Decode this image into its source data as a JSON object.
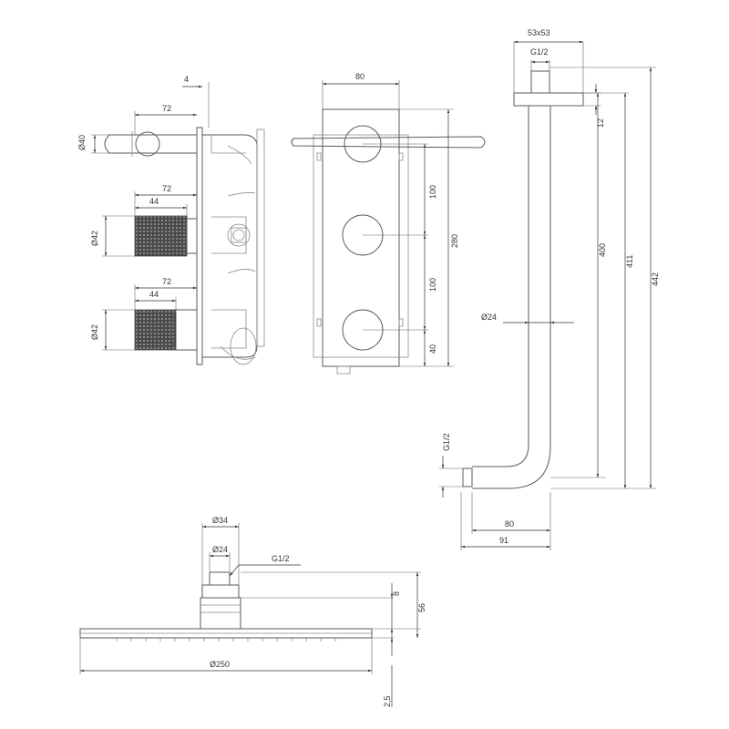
{
  "dimensions": {
    "mixer_side": {
      "wall_offset": "4",
      "lever_len": "72",
      "lever_dia": "Ø40",
      "knob1_len": "72",
      "knob1_cap": "44",
      "knob1_dia": "Ø42",
      "knob2_len": "72",
      "knob2_cap": "44",
      "knob2_dia": "Ø42"
    },
    "mixer_front": {
      "width": "80",
      "spacing_top": "100",
      "spacing_mid": "100",
      "spacing_bottom": "40",
      "height": "280"
    },
    "shower_arm": {
      "flange": "53x53",
      "thread_top": "G1/2",
      "flange_thk": "12",
      "drop": "400",
      "total_a": "411",
      "total_b": "442",
      "pipe_dia": "Ø24",
      "thread_bottom": "G1/2",
      "reach_a": "80",
      "reach_b": "91"
    },
    "shower_head": {
      "connector_outer": "Ø34",
      "connector_inner": "Ø24",
      "thread": "G1/2",
      "connector_h": "8",
      "overall_h": "56",
      "head_dia": "Ø250",
      "plate_thk": "2,5"
    }
  },
  "colors": {
    "line": "#5a5a5a",
    "dimension": "#333333",
    "knurl": "#6a6a6a"
  }
}
